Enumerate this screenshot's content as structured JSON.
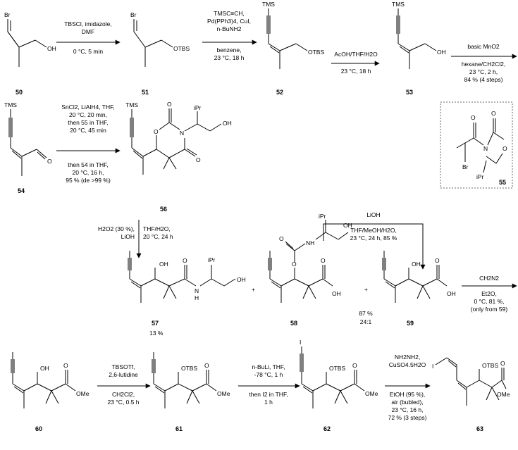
{
  "compounds": {
    "c50": "50",
    "c51": "51",
    "c52": "52",
    "c53": "53",
    "c54": "54",
    "c55": "55",
    "c56": "56",
    "c57": "57",
    "c58": "58",
    "c59": "59",
    "c60": "60",
    "c61": "61",
    "c62": "62",
    "c63": "63"
  },
  "atoms": {
    "br": "Br",
    "oh": "OH",
    "otbs": "OTBS",
    "tms": "TMS",
    "o": "O",
    "n": "N",
    "nh": "NH",
    "h": "H",
    "ipr": "iPr",
    "ome": "OMe",
    "i": "I"
  },
  "conditions": {
    "s1": [
      "TBSCl, imidazole,",
      "DMF",
      "0 °C, 5 min"
    ],
    "s2": [
      "TMSC≡CH,",
      "Pd(PPh3)4, CuI,",
      "n-BuNH2",
      "benzene,",
      "23 °C, 18 h"
    ],
    "s3": [
      "AcOH/THF/H2O",
      "23 °C, 18 h"
    ],
    "s4": [
      "basic MnO2",
      "hexane/CH2Cl2,",
      "23 °C, 2 h,",
      "84 % (4 steps)"
    ],
    "s5": [
      "SnCl2, LiAlH4, THF,",
      "20 °C, 20 min,",
      "then 55 in THF,",
      "20 °C, 45 min",
      "then 54 in THF,",
      "20 °C, 16 h,",
      "95 % (de >99 %)"
    ],
    "s6a": [
      "H2O2 (30 %),",
      "LiOH"
    ],
    "s6b": [
      "THF/H2O,",
      "20 °C, 24 h"
    ],
    "s7": [
      "LiOH",
      "THF/MeOH/H2O,",
      "23 °C, 24 h, 85 %"
    ],
    "s8a": [
      "CH2N2"
    ],
    "s8b": [
      "Et2O,",
      "0 °C, 81 %,",
      "(only from 59)"
    ],
    "s9": [
      "TBSOTf,",
      "2,6-lutidine",
      "CH2Cl2,",
      "23 °C, 0.5 h"
    ],
    "s10": [
      "n-BuLi, THF,",
      "-78 °C, 1 h",
      "then I2 in THF,",
      "1 h"
    ],
    "s11": [
      "NH2NH2,",
      "CuSO4.5H2O",
      "EtOH (95 %),",
      "air (bubled),",
      "23 °C, 16 h,",
      "72 % (3 steps)"
    ]
  },
  "yields": {
    "y57": "13 %",
    "y58": [
      "87 %",
      "24:1"
    ]
  },
  "plus": "+"
}
